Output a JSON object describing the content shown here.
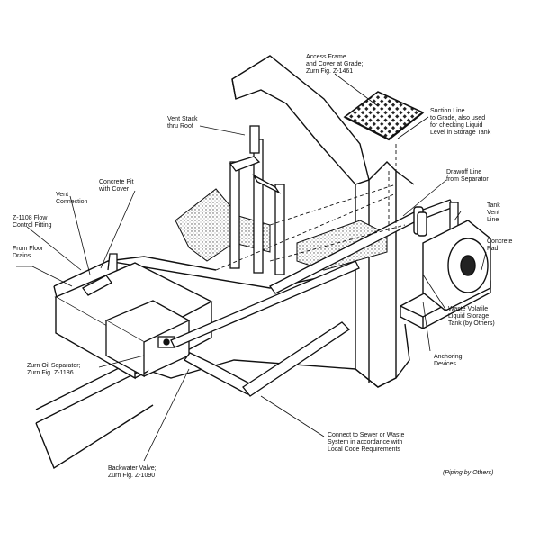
{
  "callouts": {
    "access_frame": [
      "Access Frame",
      "and Cover at Grade;",
      "Zurn Fig. Z-1461"
    ],
    "suction_line": [
      "Suction Line",
      "to Grade, also used",
      "for checking Liquid",
      "Level in Storage Tank"
    ],
    "vent_stack": [
      "Vent Stack",
      "thru Roof"
    ],
    "concrete_pit": [
      "Concrete Pit",
      "with Cover"
    ],
    "vent_connection": [
      "Vent",
      "Connection"
    ],
    "flow_control": [
      "Z-1108 Flow",
      "Control Fitting"
    ],
    "floor_drains": [
      "From Floor",
      "Drains"
    ],
    "drawoff_line": [
      "Drawoff Line",
      "from Separator"
    ],
    "tank_vent": [
      "Tank",
      "Vent",
      "Line"
    ],
    "concrete_pad": [
      "Concrete",
      "Pad"
    ],
    "storage_tank": [
      "Waste Volatile",
      "Liquid Storage",
      "Tank (by Others)"
    ],
    "anchoring": [
      "Anchoring",
      "Devices"
    ],
    "oil_separator": [
      "Zurn Oil Separator;",
      "Zurn Fig. Z-1186"
    ],
    "sewer": [
      "Connect to Sewer or Waste",
      "System in accordance with",
      "Local Code Requirements"
    ],
    "backwater_valve": [
      "Backwater Valve;",
      "Zurn Fig. Z-1090"
    ],
    "piping_note": "(Piping by Others)"
  }
}
